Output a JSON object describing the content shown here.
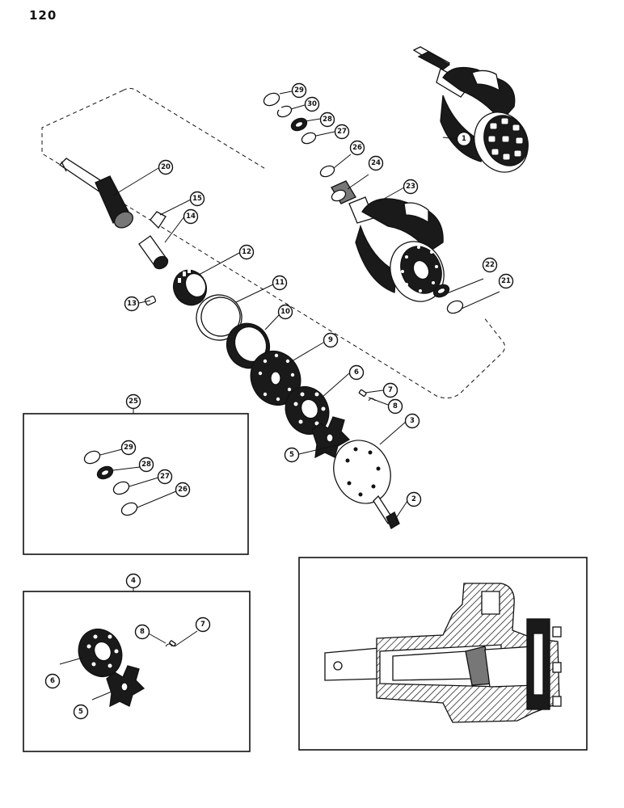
{
  "page_number": "120",
  "callouts": {
    "c1": "1",
    "c2": "2",
    "c3": "3",
    "c4": "4",
    "c5": "5",
    "c6": "6",
    "c7": "7",
    "c8": "8",
    "c9": "9",
    "c10": "10",
    "c11": "11",
    "c12": "12",
    "c13": "13",
    "c14": "14",
    "c15": "15",
    "c20": "20",
    "c21": "21",
    "c22": "22",
    "c23": "23",
    "c24": "24",
    "c25": "25",
    "c26": "26",
    "c27": "27",
    "c28": "28",
    "c29": "29",
    "c30": "30"
  },
  "kit_25": {
    "k29": "29",
    "k28": "28",
    "k27": "27",
    "k26": "26"
  },
  "kit_4": {
    "k8": "8",
    "k7": "7",
    "k6": "6",
    "k5": "5"
  }
}
